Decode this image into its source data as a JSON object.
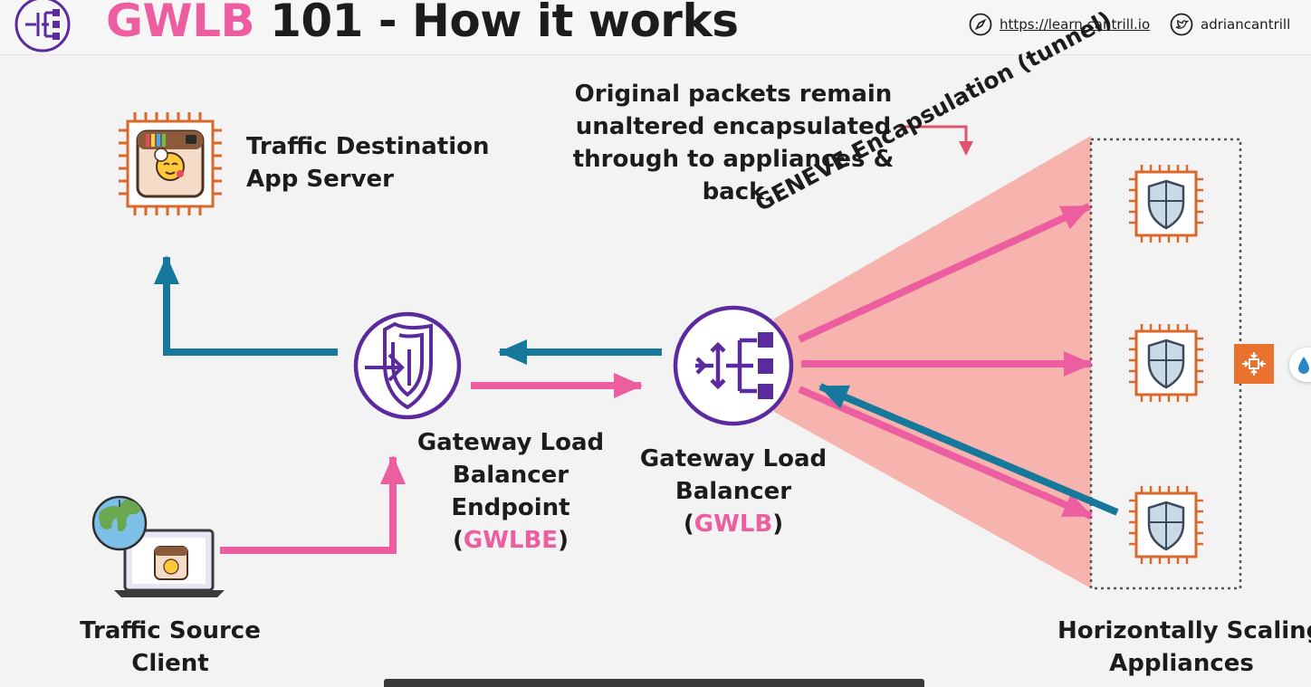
{
  "header": {
    "title_accent": "GWLB",
    "title_rest": " 101 - How it works",
    "website": "https://learn.cantrill.io",
    "twitter": "adriancantrill",
    "logo_icon": "gateway-load-balancer-icon",
    "compass_icon": "compass-icon",
    "twitter_icon": "twitter-bird-icon"
  },
  "labels": {
    "destination_line1": "Traffic Destination",
    "destination_line2": "App Server",
    "source_line1": "Traffic Source",
    "source_line2": "Client",
    "gwlbe_line1": "Gateway Load",
    "gwlbe_line2": "Balancer",
    "gwlbe_line3": "Endpoint",
    "gwlbe_paren_open": "(",
    "gwlbe_abbr": "GWLBE",
    "gwlbe_paren_close": ")",
    "gwlb_line1": "Gateway Load",
    "gwlb_line2": "Balancer",
    "gwlb_paren_open": "(",
    "gwlb_abbr": "GWLB",
    "gwlb_paren_close": ")",
    "appliances_line1": "Horizontally Scaling",
    "appliances_line2": "Appliances",
    "note_line1": "Original packets remain",
    "note_line2": "unaltered encapsulated",
    "note_line3": "through to appliances & back",
    "tunnel": "GENEVE Encapsulation (tunnel)"
  },
  "colors": {
    "pink": "#ec5e9f",
    "blue": "#16799c",
    "purple": "#5b2a9e",
    "orange": "#d9682b",
    "tunnel_fill": "#f7b3ad"
  }
}
